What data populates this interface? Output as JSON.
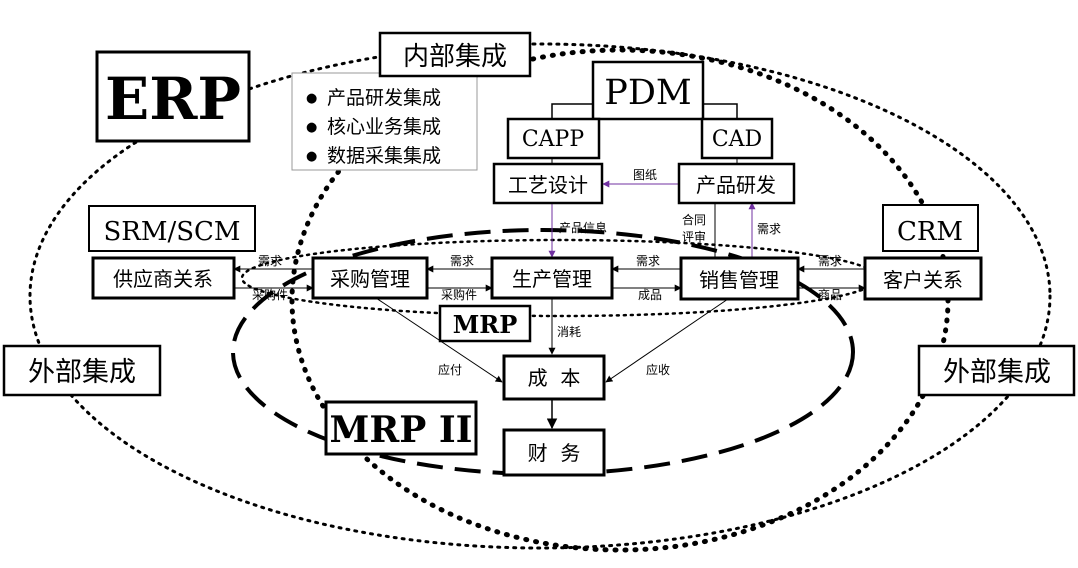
{
  "colors": {
    "ink": "#000000",
    "paper": "#ffffff",
    "accent_arrow": "#7030a0"
  },
  "titles": {
    "erp": "ERP",
    "mrp": "MRP",
    "mrp2": "MRP II",
    "internal": "内部集成",
    "external": "外部集成"
  },
  "internal_list": [
    "产品研发集成",
    "核心业务集成",
    "数据采集集成"
  ],
  "boxes": {
    "pdm": "PDM",
    "capp": "CAPP",
    "cad": "CAD",
    "process_design": "工艺设计",
    "product_dev": "产品研发",
    "srm": "SRM/SCM",
    "supplier": "供应商关系",
    "purchasing": "采购管理",
    "production": "生产管理",
    "sales": "销售管理",
    "crm": "CRM",
    "customer": "客户关系",
    "cost": "成  本",
    "finance": "财  务"
  },
  "edge_labels": {
    "drawing": "图纸",
    "product_info": "产品信息",
    "contract_review_1": "合同",
    "contract_review_2": "评审",
    "demand": "需求",
    "purchased_parts": "采购件",
    "finished_goods": "成品",
    "goods": "商品",
    "consumption": "消耗",
    "payable": "应付",
    "receivable": "应收"
  }
}
